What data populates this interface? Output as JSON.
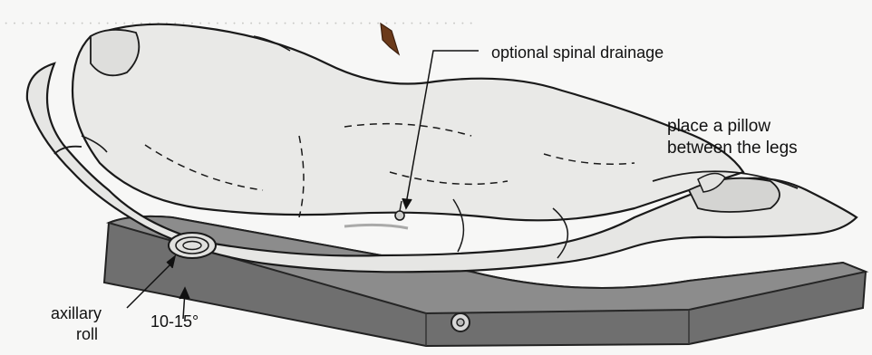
{
  "labels": {
    "drainage": "optional spinal drainage",
    "pillow_line1": "place a pillow",
    "pillow_line2": "between the legs",
    "axillary_line1": "axillary",
    "axillary_line2": "roll",
    "angle": "10-15°"
  },
  "palette": {
    "background": "#f7f7f6",
    "mattress_top": "#8e8e8e",
    "mattress_side": "#6f6f6f",
    "body_fill": "#e6e6e4",
    "ink": "#111111"
  }
}
